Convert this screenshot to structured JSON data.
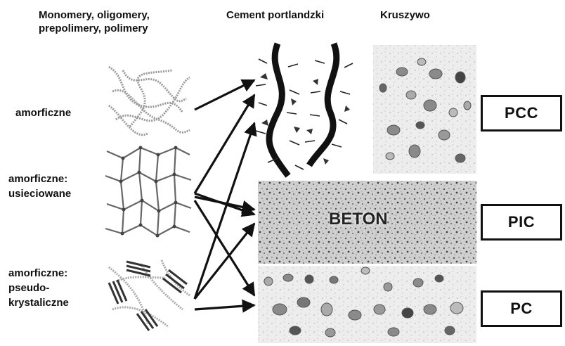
{
  "headers": {
    "monomery": [
      "Monomery, oligomery,",
      "prepolimery, polimery"
    ],
    "cement": "Cement portlandzki",
    "kruszywo": "Kruszywo"
  },
  "rows": {
    "amorficzne": [
      "amorficzne"
    ],
    "usieciowane": [
      "amorficzne:",
      "usieciowane"
    ],
    "pseudo": [
      "amorficzne:",
      "pseudo-",
      "krystaliczne"
    ]
  },
  "beton_label": "BETON",
  "boxes": {
    "pcc": "PCC",
    "pic": "PIC",
    "pc": "PC"
  },
  "colors": {
    "line": "#111111",
    "panel": "#e8e8e8",
    "box_border": "#111111"
  }
}
